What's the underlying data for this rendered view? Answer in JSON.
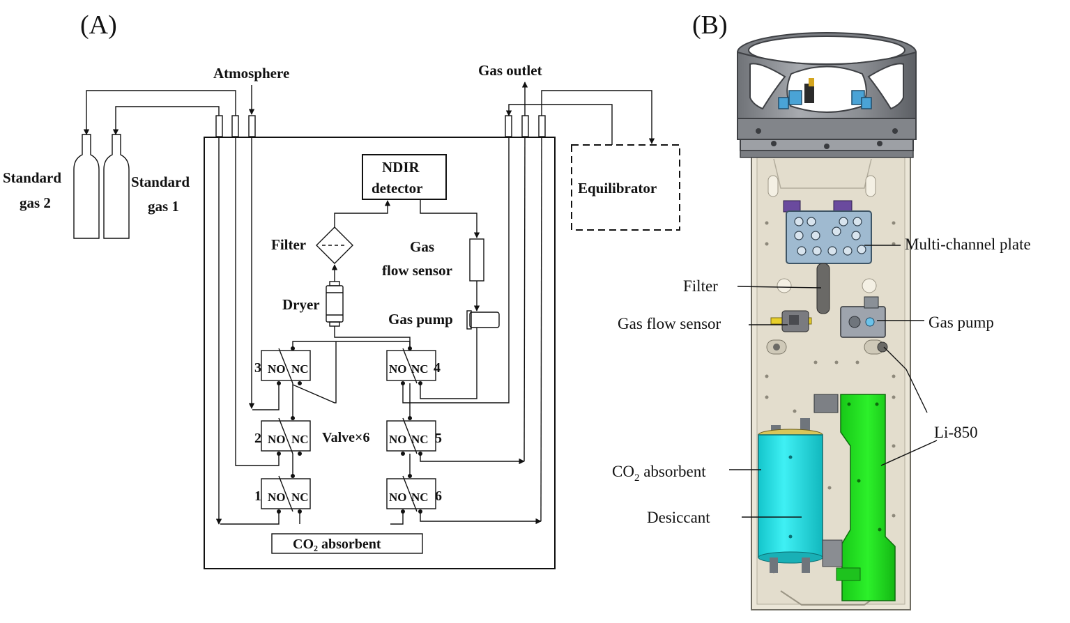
{
  "panel_a": {
    "label": "(A)",
    "atmosphere": "Atmosphere",
    "gas_outlet": "Gas outlet",
    "standard_gas_2": [
      "Standard",
      "gas 2"
    ],
    "standard_gas_1": [
      "Standard",
      "gas 1"
    ],
    "equilibrator": "Equilibrator",
    "ndir": [
      "NDIR",
      "detector"
    ],
    "filter": "Filter",
    "dryer": "Dryer",
    "gas_flow_sensor": [
      "Gas",
      "flow sensor"
    ],
    "gas_pump": "Gas pump",
    "valve_count": "Valve×6",
    "no": "NO",
    "nc": "NC",
    "valve_numbers": [
      "1",
      "2",
      "3",
      "4",
      "5",
      "6"
    ],
    "co2_absorbent": "CO₂ absorbent"
  },
  "panel_b": {
    "label": "(B)",
    "multi_channel_plate": "Multi-channel plate",
    "filter": "Filter",
    "gas_flow_sensor": "Gas flow sensor",
    "gas_pump": "Gas pump",
    "li850": "Li-850",
    "co2_absorbent": "CO",
    "co2_subscript": "2",
    "co2_absorbent_rest": " absorbent",
    "desiccant": "Desiccant"
  },
  "colors": {
    "line": "#111111",
    "housing_metal": "#8e9196",
    "housing_dark": "#5e6166",
    "plate_beige": "#ebe6d8",
    "manifold_blue": "#9fbad0",
    "absorbent_cyan": "#2ee3e8",
    "li850_green": "#22e020",
    "accent_purple": "#6a4a9e",
    "sensor_yellow": "#e8cf2a"
  }
}
